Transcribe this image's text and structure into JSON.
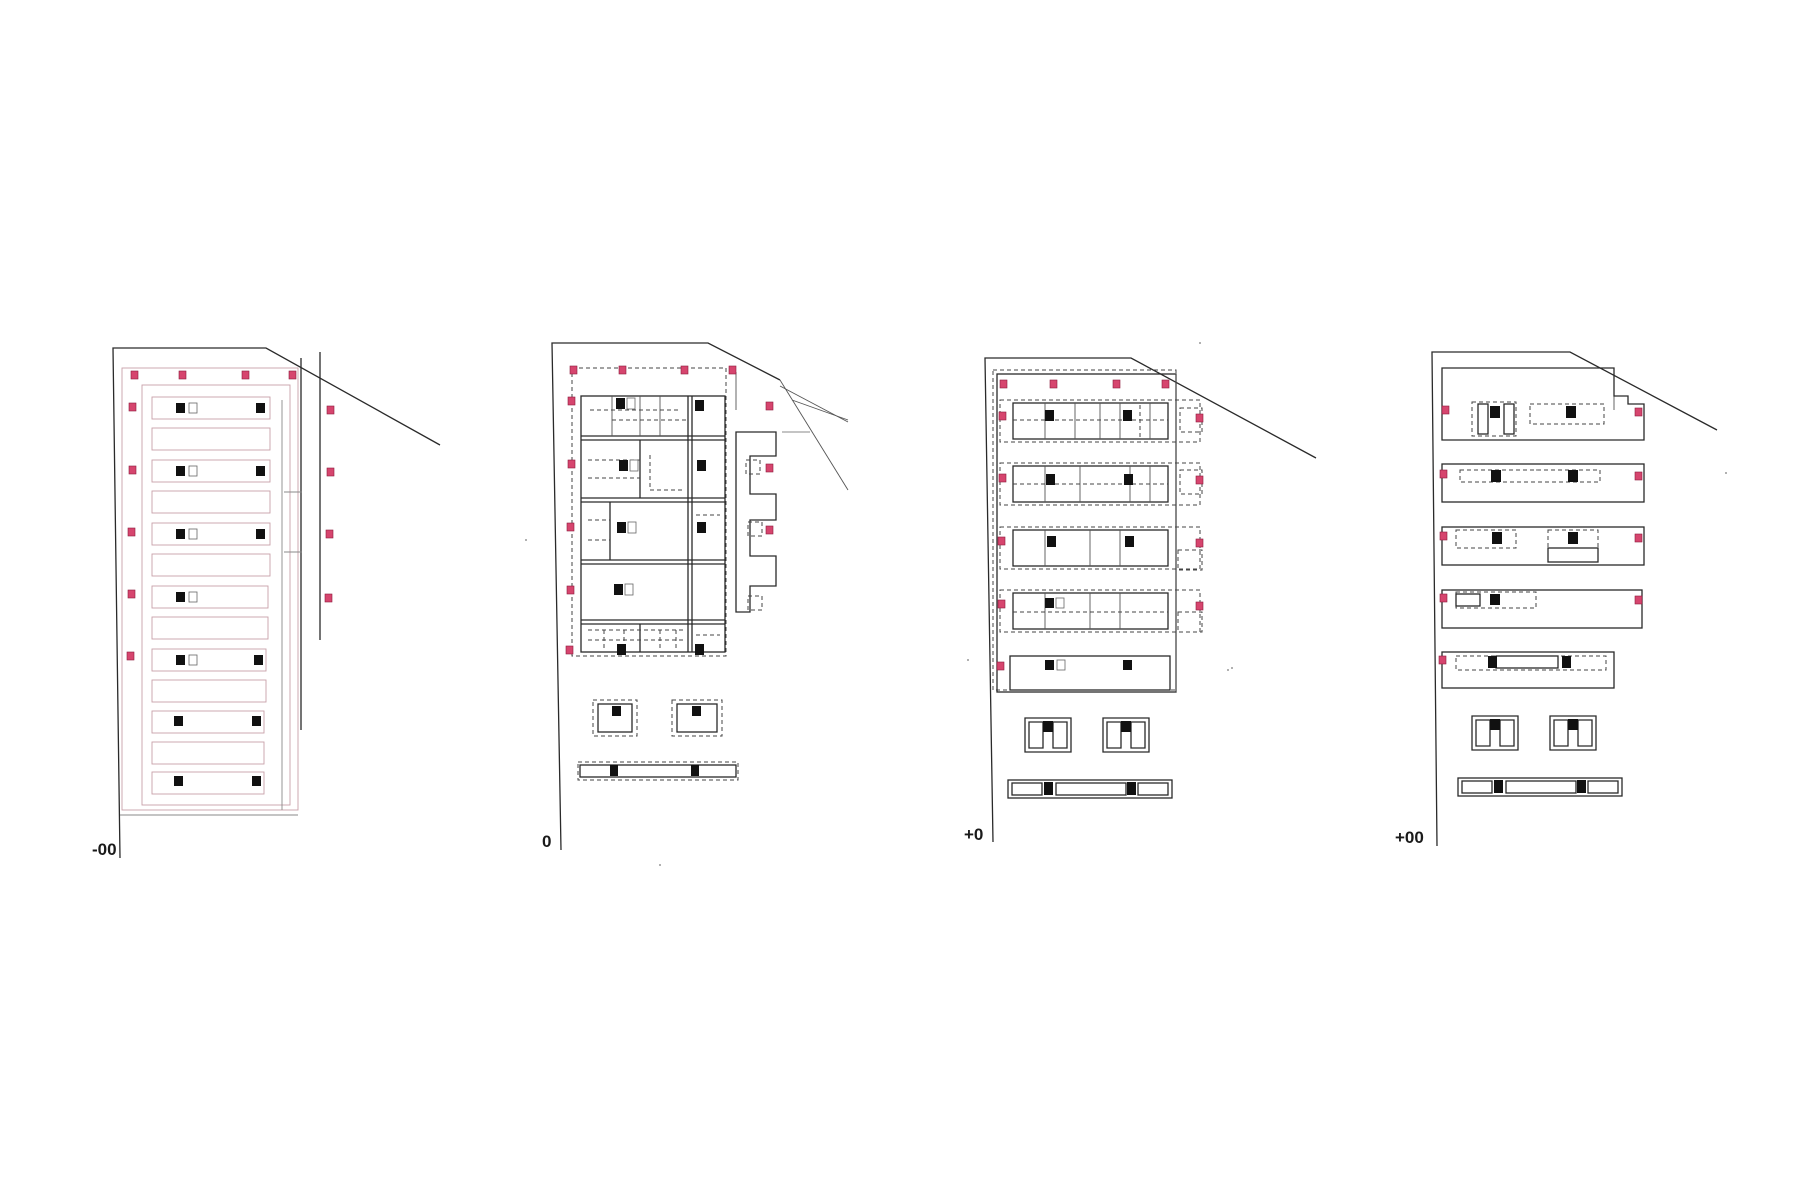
{
  "figure": {
    "plans": [
      {
        "id": "plan-1",
        "level_label": "-00"
      },
      {
        "id": "plan-2",
        "level_label": "0"
      },
      {
        "id": "plan-3",
        "level_label": "+0"
      },
      {
        "id": "plan-4",
        "level_label": "+00"
      }
    ],
    "colors": {
      "structure_line": "#2a2a2a",
      "column_marker": "#d6456e",
      "core": "#111111",
      "faint_line": "#c8a0a8"
    },
    "icons": [
      "column-marker-icon",
      "core-block-icon"
    ]
  }
}
